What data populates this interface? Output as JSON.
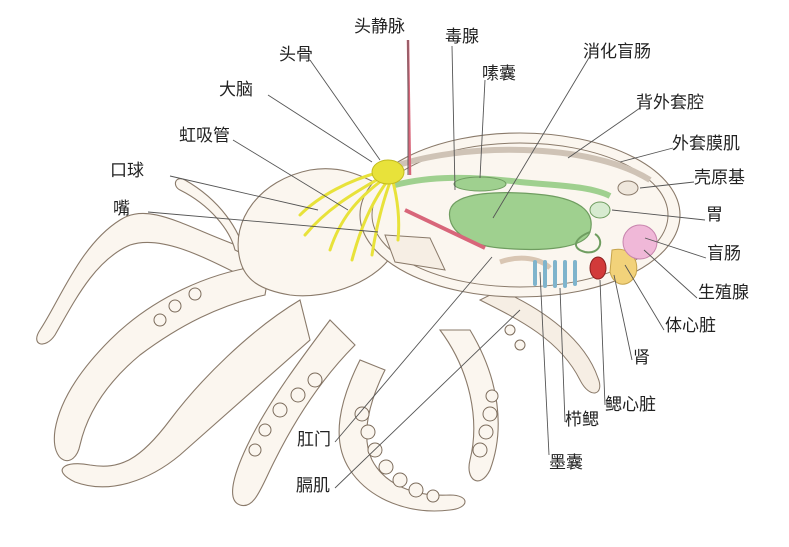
{
  "labels": {
    "head_vein": "头静脉",
    "ink_gland": "毒腺",
    "digestive_caecum": "消化盲肠",
    "head_cartilage": "头骨",
    "crop": "嗉囊",
    "dorsal_mantle_cavity": "背外套腔",
    "brain": "大脑",
    "mantle_muscle": "外套膜肌",
    "siphon": "虹吸管",
    "shell_remnant": "壳原基",
    "buccal_mass": "口球",
    "stomach": "胃",
    "beak": "嘴",
    "caecum": "盲肠",
    "gonad": "生殖腺",
    "systemic_heart": "体心脏",
    "kidney": "肾",
    "branchial_heart": "鳃心脏",
    "anus": "肛门",
    "gill": "栉鳃",
    "ink_sac": "墨囊",
    "septum_muscle": "膈肌"
  },
  "colors": {
    "nerve": "#e8e23a",
    "digestive": "#9fd08f",
    "gonad": "#f0b8d8",
    "heart": "#d23a3a",
    "kidney": "#f2d27a",
    "gill": "#a9d3e6",
    "vein": "#d8667a",
    "skin": "#fbf6ef"
  }
}
